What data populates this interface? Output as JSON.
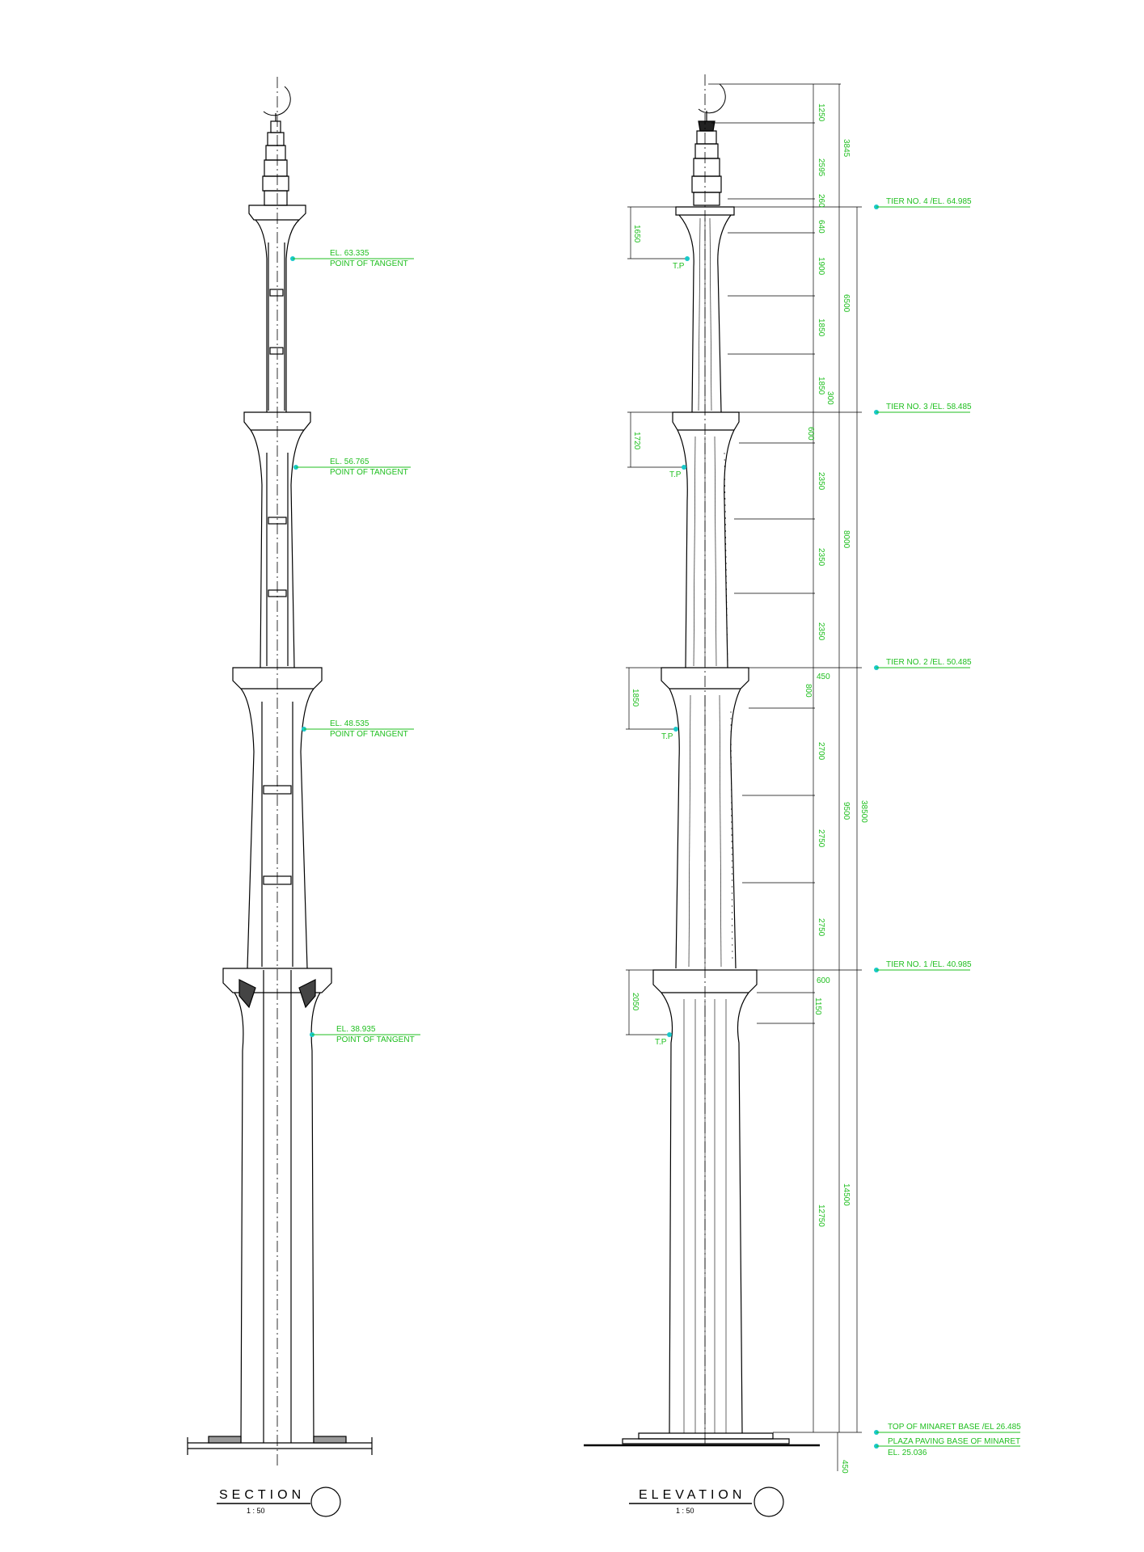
{
  "titles": {
    "section": {
      "label": "SECTION",
      "scale": "1 : 50"
    },
    "elevation": {
      "label": "ELEVATION",
      "scale": "1 : 50"
    }
  },
  "section_notes": [
    {
      "el": "EL. 63.335",
      "note": "POINT OF TANGENT"
    },
    {
      "el": "EL. 56.765",
      "note": "POINT OF TANGENT"
    },
    {
      "el": "EL. 48.535",
      "note": "POINT OF TANGENT"
    },
    {
      "el": "EL. 38.935",
      "note": "POINT OF TANGENT"
    }
  ],
  "tiers": [
    "TIER NO. 4 /EL. 64.985",
    "TIER NO. 3 /EL. 58.485",
    "TIER NO. 2 /EL. 50.485",
    "TIER NO. 1 /EL. 40.985"
  ],
  "base_labels": [
    "TOP OF MINARET BASE /EL 26.485",
    "PLAZA PAVING BASE OF MINARET",
    "EL. 25.036"
  ],
  "tp_label": "T.P",
  "dims_inner": [
    "1250",
    "2595",
    "260",
    "640",
    "1900",
    "1850",
    "1850",
    "300",
    "600",
    "2350",
    "2350",
    "2350",
    "450",
    "800",
    "2700",
    "2750",
    "2750",
    "600",
    "1150",
    "12750"
  ],
  "dims_tier": [
    "3845",
    "6500",
    "8000",
    "9500",
    "14500"
  ],
  "dims_left": [
    "1650",
    "1720",
    "1850",
    "2050"
  ],
  "dim_total": "38500",
  "dim_base": "450",
  "colors": {
    "annotation": "#1fbf1f",
    "marker": "#19c9c9",
    "line": "#000000"
  }
}
